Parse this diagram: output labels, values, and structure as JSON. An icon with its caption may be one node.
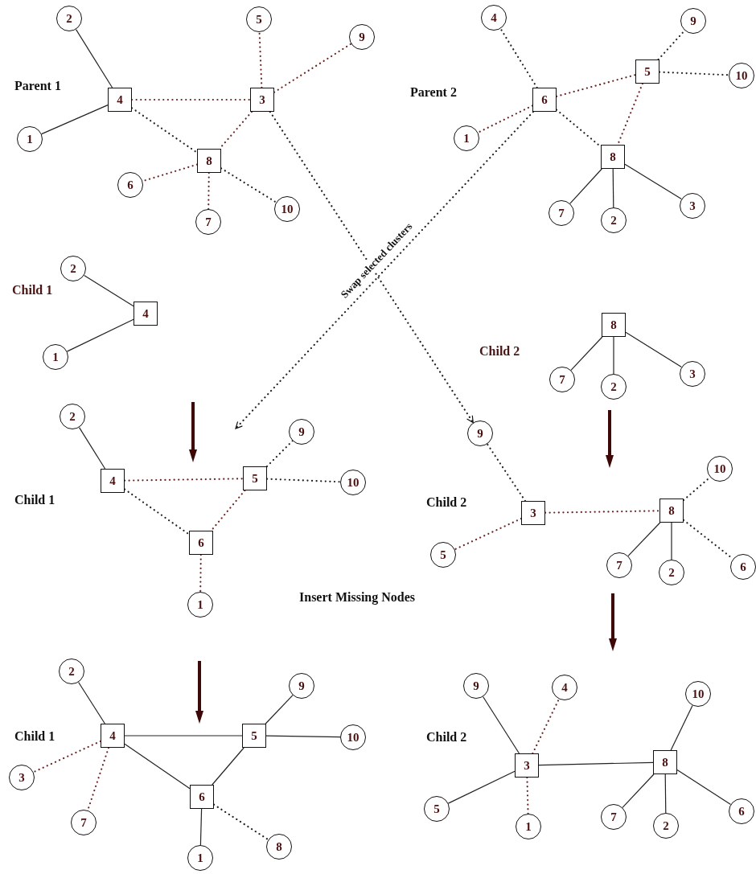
{
  "diagram": {
    "nodes": [
      {
        "text": [
          "4"
        ]
      },
      {
        "text": [
          "2"
        ]
      },
      {
        "text": [
          "1"
        ]
      },
      {
        "text": [
          "3"
        ]
      },
      {
        "text": [
          "5"
        ]
      },
      {
        "text": [
          "9"
        ]
      },
      {
        "text": [
          "8"
        ]
      },
      {
        "text": [
          "6"
        ]
      },
      {
        "text": [
          "7"
        ]
      },
      {
        "text": [
          "10"
        ]
      },
      {
        "text": [
          "6"
        ]
      },
      {
        "text": [
          "4"
        ]
      },
      {
        "text": [
          "1"
        ]
      },
      {
        "text": [
          "5"
        ]
      },
      {
        "text": [
          "9"
        ]
      },
      {
        "text": [
          "10"
        ]
      },
      {
        "text": [
          "8"
        ]
      },
      {
        "text": [
          "7"
        ]
      },
      {
        "text": [
          "2"
        ]
      },
      {
        "text": [
          "3"
        ]
      },
      {
        "text": [
          "2"
        ]
      },
      {
        "text": [
          "4"
        ]
      },
      {
        "text": [
          "1"
        ]
      },
      {
        "text": [
          "8"
        ]
      },
      {
        "text": [
          "7"
        ]
      },
      {
        "text": [
          "2"
        ]
      },
      {
        "text": [
          "3"
        ]
      },
      {
        "text": [
          "2"
        ]
      },
      {
        "text": [
          "4"
        ]
      },
      {
        "text": [
          "5"
        ]
      },
      {
        "text": [
          "9"
        ]
      },
      {
        "text": [
          "10"
        ]
      },
      {
        "text": [
          "6"
        ]
      },
      {
        "text": [
          "1"
        ]
      },
      {
        "text": [
          "9"
        ]
      },
      {
        "text": [
          "3"
        ]
      },
      {
        "text": [
          "5"
        ]
      },
      {
        "text": [
          "8"
        ]
      },
      {
        "text": [
          "10"
        ]
      },
      {
        "text": [
          "7"
        ]
      },
      {
        "text": [
          "2"
        ]
      },
      {
        "text": [
          "6"
        ]
      },
      {
        "text": [
          "2"
        ]
      },
      {
        "text": [
          "4"
        ]
      },
      {
        "text": [
          "3"
        ]
      },
      {
        "text": [
          "7"
        ]
      },
      {
        "text": [
          "5"
        ]
      },
      {
        "text": [
          "9"
        ]
      },
      {
        "text": [
          "10"
        ]
      },
      {
        "text": [
          "6"
        ]
      },
      {
        "text": [
          "1"
        ]
      },
      {
        "text": [
          "8"
        ]
      },
      {
        "text": [
          "9"
        ]
      },
      {
        "text": [
          "4"
        ]
      },
      {
        "text": [
          "3"
        ]
      },
      {
        "text": [
          "5"
        ]
      },
      {
        "text": [
          "1"
        ]
      },
      {
        "text": [
          "8"
        ]
      },
      {
        "text": [
          "10"
        ]
      },
      {
        "text": [
          "7"
        ]
      },
      {
        "text": [
          "2"
        ]
      },
      {
        "text": [
          "6"
        ]
      }
    ],
    "edges": [
      {
        "from": 0,
        "to": 1,
        "arrow": "none"
      },
      {
        "from": 0,
        "to": 2,
        "arrow": "none"
      },
      {
        "from": 0,
        "to": 3,
        "arrow": "none",
        "style": "dashed",
        "color": "#6b2424"
      },
      {
        "from": 3,
        "to": 4,
        "arrow": "none",
        "style": "dashed",
        "color": "#6b2424"
      },
      {
        "from": 3,
        "to": 5,
        "arrow": "none",
        "style": "dashed",
        "color": "#6b2424"
      },
      {
        "from": 0,
        "to": 6,
        "arrow": "none",
        "style": "dashed"
      },
      {
        "from": 3,
        "to": 6,
        "arrow": "none",
        "style": "dashed",
        "color": "#6b2424"
      },
      {
        "from": 6,
        "to": 7,
        "arrow": "none",
        "style": "dashed",
        "color": "#6b2424"
      },
      {
        "from": 6,
        "to": 8,
        "arrow": "none",
        "style": "dashed",
        "color": "#6b2424"
      },
      {
        "from": 6,
        "to": 9,
        "arrow": "none",
        "style": "dashed"
      },
      {
        "from": 10,
        "to": 11,
        "arrow": "none",
        "style": "dashed"
      },
      {
        "from": 10,
        "to": 12,
        "arrow": "none",
        "style": "dashed",
        "color": "#6b2424"
      },
      {
        "from": 10,
        "to": 13,
        "arrow": "none",
        "style": "dashed",
        "color": "#6b2424"
      },
      {
        "from": 13,
        "to": 14,
        "arrow": "none",
        "style": "dashed"
      },
      {
        "from": 13,
        "to": 15,
        "arrow": "none",
        "style": "dashed"
      },
      {
        "from": 10,
        "to": 16,
        "arrow": "none",
        "style": "dashed"
      },
      {
        "from": 13,
        "to": 16,
        "arrow": "none",
        "style": "dashed",
        "color": "#6b2424"
      },
      {
        "from": 16,
        "to": 17,
        "arrow": "none"
      },
      {
        "from": 16,
        "to": 18,
        "arrow": "none"
      },
      {
        "from": 16,
        "to": 19,
        "arrow": "none"
      },
      {
        "from": 21,
        "to": 20,
        "arrow": "none"
      },
      {
        "from": 21,
        "to": 22,
        "arrow": "none"
      },
      {
        "from": 23,
        "to": 24,
        "arrow": "none"
      },
      {
        "from": 23,
        "to": 25,
        "arrow": "none"
      },
      {
        "from": 23,
        "to": 26,
        "arrow": "none"
      },
      {
        "from": 28,
        "to": 27,
        "arrow": "none"
      },
      {
        "from": 28,
        "to": 29,
        "arrow": "none",
        "style": "dashed",
        "color": "#6b2424"
      },
      {
        "from": 29,
        "to": 30,
        "arrow": "none",
        "style": "dashed"
      },
      {
        "from": 29,
        "to": 31,
        "arrow": "none",
        "style": "dashed"
      },
      {
        "from": 28,
        "to": 32,
        "arrow": "none",
        "style": "dashed"
      },
      {
        "from": 29,
        "to": 32,
        "arrow": "none",
        "style": "dashed",
        "color": "#6b2424"
      },
      {
        "from": 32,
        "to": 33,
        "arrow": "none",
        "style": "dashed",
        "color": "#6b2424"
      },
      {
        "from": 35,
        "to": 34,
        "arrow": "none",
        "style": "dashed"
      },
      {
        "from": 35,
        "to": 36,
        "arrow": "none",
        "style": "dashed",
        "color": "#6b2424"
      },
      {
        "from": 35,
        "to": 37,
        "arrow": "none",
        "style": "dashed",
        "color": "#6b2424"
      },
      {
        "from": 37,
        "to": 38,
        "arrow": "none",
        "style": "dashed"
      },
      {
        "from": 37,
        "to": 39,
        "arrow": "none"
      },
      {
        "from": 37,
        "to": 40,
        "arrow": "none"
      },
      {
        "from": 37,
        "to": 41,
        "arrow": "none",
        "style": "dashed"
      },
      {
        "from": 43,
        "to": 42,
        "arrow": "none"
      },
      {
        "from": 43,
        "to": 46,
        "arrow": "none"
      },
      {
        "from": 43,
        "to": 44,
        "arrow": "none",
        "style": "dashed",
        "color": "#6b2424"
      },
      {
        "from": 43,
        "to": 45,
        "arrow": "none",
        "style": "dashed",
        "color": "#6b2424"
      },
      {
        "from": 46,
        "to": 47,
        "arrow": "none"
      },
      {
        "from": 46,
        "to": 48,
        "arrow": "none"
      },
      {
        "from": 43,
        "to": 49,
        "arrow": "none"
      },
      {
        "from": 46,
        "to": 49,
        "arrow": "none"
      },
      {
        "from": 49,
        "to": 50,
        "arrow": "none"
      },
      {
        "from": 49,
        "to": 51,
        "arrow": "none",
        "style": "dashed"
      },
      {
        "from": 54,
        "to": 52,
        "arrow": "none"
      },
      {
        "from": 54,
        "to": 53,
        "arrow": "none",
        "style": "dashed",
        "color": "#6b2424"
      },
      {
        "from": 54,
        "to": 55,
        "arrow": "none"
      },
      {
        "from": 54,
        "to": 56,
        "arrow": "none",
        "style": "dashed",
        "color": "#6b2424"
      },
      {
        "from": 54,
        "to": 57,
        "arrow": "none"
      },
      {
        "from": 57,
        "to": 58,
        "arrow": "none"
      },
      {
        "from": 57,
        "to": 59,
        "arrow": "none"
      },
      {
        "from": 57,
        "to": 60,
        "arrow": "none"
      },
      {
        "from": 57,
        "to": 61,
        "arrow": "none"
      },
      {
        "from": 3,
        "to": 34,
        "arrow": "to",
        "style": "dashed"
      },
      {
        "from": 10,
        "to": null,
        "arrow": "to",
        "style": "dashed",
        "label": "Swap selected clusters"
      }
    ],
    "labels": [
      "Parent 1",
      "Parent 2",
      "Child 1",
      "Child 2",
      "Child 1",
      "Child 2",
      "Insert Missing Nodes",
      "Child 1",
      "Child 2"
    ]
  }
}
